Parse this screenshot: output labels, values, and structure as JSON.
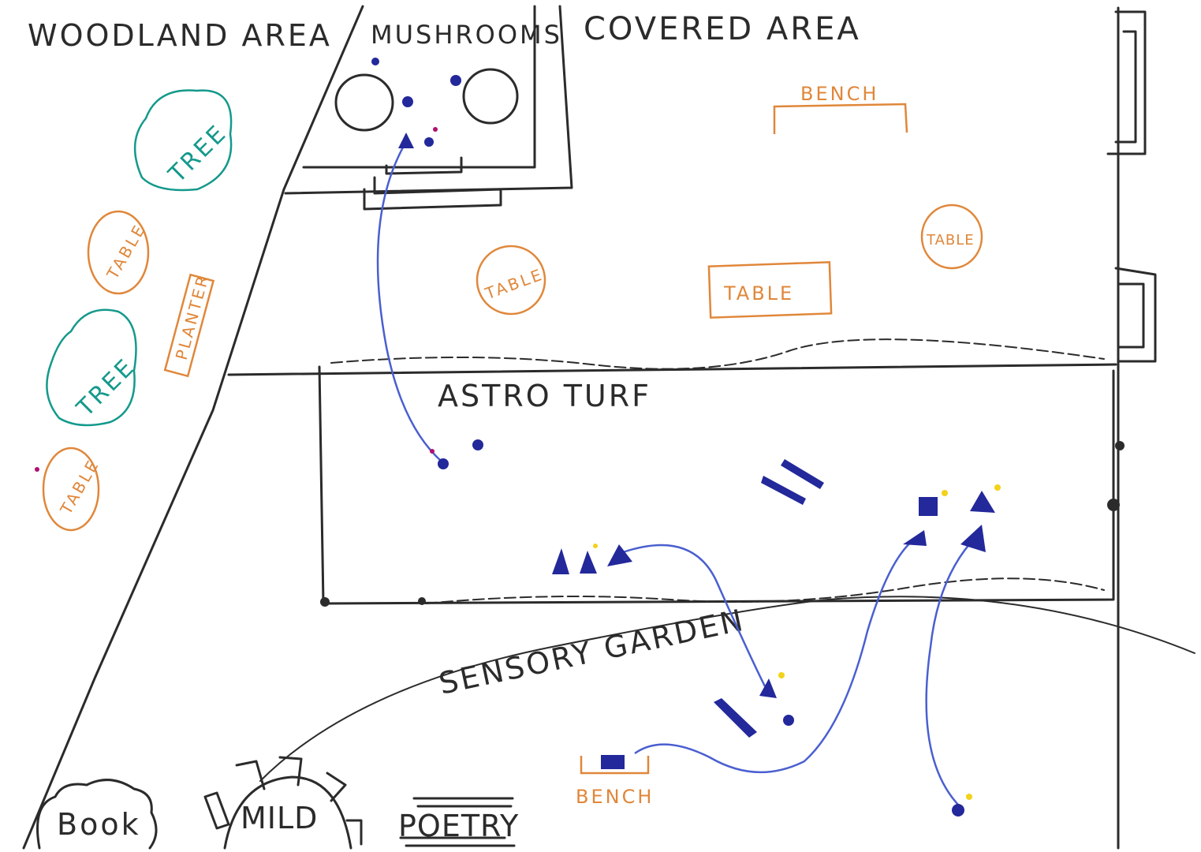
{
  "title": "Hand-drawn site map",
  "areas": {
    "woodland": "WOODLAND AREA",
    "mushrooms": "MUSHROOMS",
    "covered": "COVERED AREA",
    "astro_turf": "ASTRO TURF",
    "sensory_garden": "SENSORY GARDEN"
  },
  "features": {
    "bench_top": "BENCH",
    "bench_bottom": "BENCH",
    "tree_1": "TREE",
    "tree_2": "TREE",
    "table_woodland_1": "TABLE",
    "table_woodland_2": "TABLE",
    "planter": "PLANTER",
    "table_covered_1": "TABLE",
    "table_covered_2": "TABLE",
    "table_covered_3": "TABLE",
    "book": "Book",
    "mild": "MILD",
    "poetry": "POETRY"
  },
  "colors": {
    "ink": "#2b2b2b",
    "furniture": "#e0873a",
    "trees": "#14998c",
    "paths": "#4a5fd0",
    "markers": "#23289a"
  }
}
